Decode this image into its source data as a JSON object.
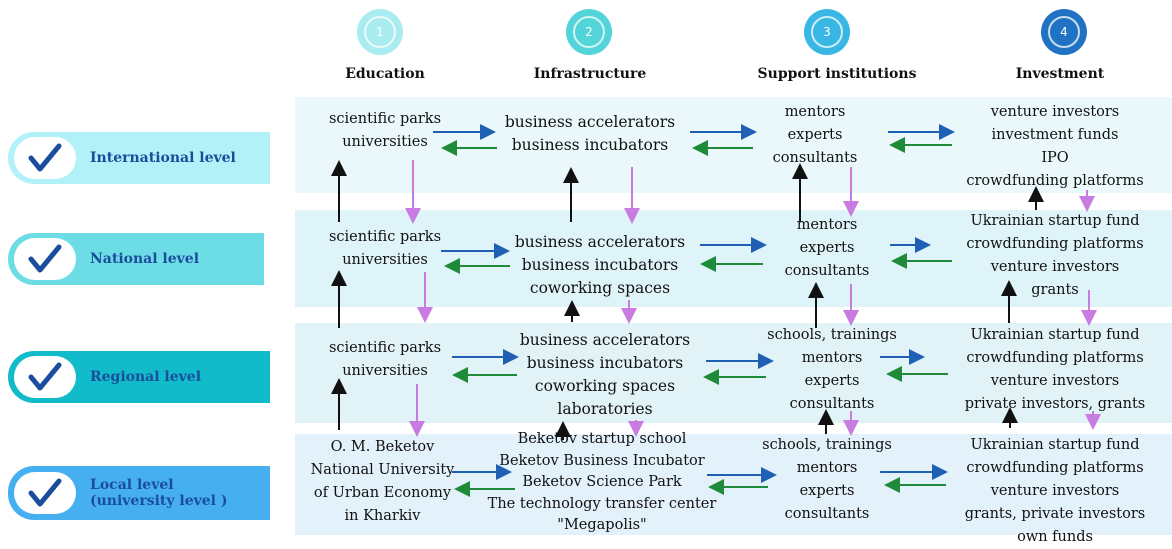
{
  "steps": [
    {
      "number": "1",
      "title": "Education",
      "color": "#a8ecef"
    },
    {
      "number": "2",
      "title": "Infrastructure",
      "color": "#52d4d8"
    },
    {
      "number": "3",
      "title": "Support institutions",
      "color": "#38b7e4"
    },
    {
      "number": "4",
      "title": "Investment",
      "color": "#1f73c2"
    }
  ],
  "levels": [
    {
      "label": "International level",
      "color": "#b2f1f7",
      "education": [
        "scientific parks",
        "universities"
      ],
      "infrastructure": [
        "business accelerators",
        "business incubators"
      ],
      "support": [
        "mentors",
        "experts",
        "consultants"
      ],
      "investment": [
        "venture investors",
        "investment funds",
        "IPO",
        "crowdfunding platforms"
      ]
    },
    {
      "label": "National level",
      "color": "#6ddde5",
      "education": [
        "scientific parks",
        "universities"
      ],
      "infrastructure": [
        "business accelerators",
        "business incubators",
        "coworking spaces"
      ],
      "support": [
        "mentors",
        "experts",
        "consultants"
      ],
      "investment": [
        "Ukrainian startup fund",
        "crowdfunding platforms",
        "venture investors",
        "grants"
      ]
    },
    {
      "label": "Regional level",
      "color": "#12bbc9",
      "education": [
        "scientific parks",
        "universities"
      ],
      "infrastructure": [
        "business accelerators",
        "business incubators",
        "coworking spaces",
        "laboratories"
      ],
      "support": [
        "schools, trainings",
        "mentors",
        "experts",
        "consultants"
      ],
      "investment": [
        "Ukrainian startup fund",
        "crowdfunding platforms",
        "venture investors",
        "private investors, grants"
      ]
    },
    {
      "label": "Local  level\n(university level )",
      "color": "#46aff0",
      "education": [
        "O. M. Beketov",
        "National University",
        "of Urban Economy",
        "in Kharkiv"
      ],
      "infrastructure": [
        "Beketov startup school",
        "Beketov Business Incubator",
        "Beketov Science Park",
        "The technology transfer center",
        "\"Megapolis\""
      ],
      "support": [
        "schools, trainings",
        "mentors",
        "experts",
        "consultants"
      ],
      "investment": [
        "Ukrainian startup fund",
        "crowdfunding platforms",
        "venture investors",
        "grants, private investors",
        "own funds"
      ]
    }
  ],
  "colors": {
    "right_arrow": "#1f5fb4",
    "left_arrow": "#1e8a3a",
    "up_arrow": "#111111",
    "down_arrow": "#c87be0",
    "check": "#1a4d9c"
  }
}
